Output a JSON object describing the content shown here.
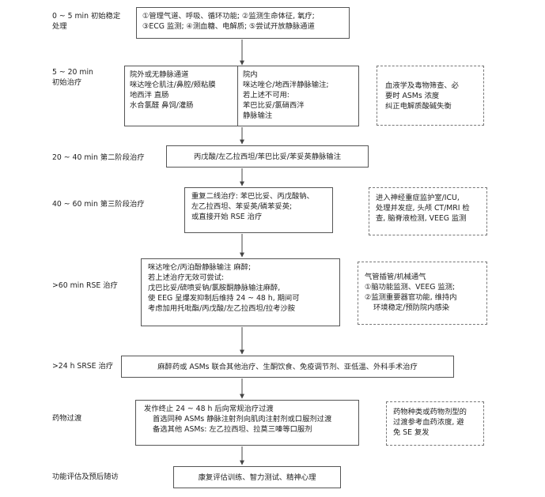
{
  "stages": [
    {
      "label_lines": [
        "0 ~ 5 min 初始稳定",
        "处理"
      ]
    },
    {
      "label_lines": [
        "5 ~ 20 min",
        "初始治疗"
      ]
    },
    {
      "label_lines": [
        "20 ~ 40 min 第二阶段治疗"
      ]
    },
    {
      "label_lines": [
        "40 ~ 60 min 第三阶段治疗"
      ]
    },
    {
      "label_lines": [
        ">60 min RSE 治疗"
      ]
    },
    {
      "label_lines": [
        ">24 h SRSE 治疗"
      ]
    },
    {
      "label_lines": [
        "药物过渡"
      ]
    },
    {
      "label_lines": [
        "功能评估及预后随访"
      ]
    }
  ],
  "boxes": {
    "b1": [
      "①管理气道、呼吸、循环功能; ②监测生命体征, 氧疗;",
      "③ECG 监测; ④测血糖、电解质; ⑤尝试开放静脉通道"
    ],
    "b2_left": [
      "院外或无静脉通道",
      "咪达唑仑肌注/鼻腔/颊粘膜",
      "地西泮 直肠",
      "水合氯醛 鼻饲/灌肠"
    ],
    "b2_right": [
      "院内",
      "咪达唑仑/地西泮静脉输注;",
      "若上述不可用:",
      "苯巴比妥/氯硝西泮",
      "静脉输注"
    ],
    "b3": [
      "丙戊酸/左乙拉西坦/苯巴比妥/苯妥英静脉输注"
    ],
    "b4": [
      "重复二线治疗: 苯巴比妥、丙戊酸钠、",
      "左乙拉西坦、苯妥英/磷苯妥英;",
      "或直接开始 RSE 治疗"
    ],
    "b5": [
      "咪达唑仑/丙泊酚静脉输注 麻醉;",
      "若上述治疗无效可尝试:",
      "戊巴比妥/硫喷妥钠/氯胺酮静脉输注麻醉,",
      "使 EEG 呈爆发抑制后维持 24 ~ 48 h, 期间可",
      "考虑加用托吡酯/丙戊酸/左乙拉西坦/拉考沙胺"
    ],
    "b6": [
      "麻醉药或 ASMs 联合其他治疗、生酮饮食、免疫调节剂、亚低温、外科手术治疗"
    ],
    "b7": [
      "发作终止 24 ~ 48 h 后向常规治疗过渡",
      "首选同种 ASMs 静脉注射剂向肌肉注射剂或口服剂过渡",
      "备选其他 ASMs: 左乙拉西坦、拉莫三嗪等口服剂"
    ],
    "b8": [
      "康复评估训练、智力测试、精神心理"
    ]
  },
  "notes": {
    "n1": [
      "血液学及毒物筛查、必",
      "要时 ASMs 浓度",
      "纠正电解质酸碱失衡"
    ],
    "n2": [
      "进入神经重症监护室/ICU,",
      "处理并发症, 头颅 CT/MRI 检",
      "查, 脑脊液检测, VEEG 监测"
    ],
    "n3": [
      "气管插管/机械通气",
      "①脑功能监测、VEEG 监测;",
      "②监测重要器官功能, 维持内",
      "环境稳定/预防院内感染"
    ],
    "n4": [
      "药物种类或药物剂型的",
      "过渡参考血药浓度, 避",
      "免 SE 复发"
    ]
  }
}
